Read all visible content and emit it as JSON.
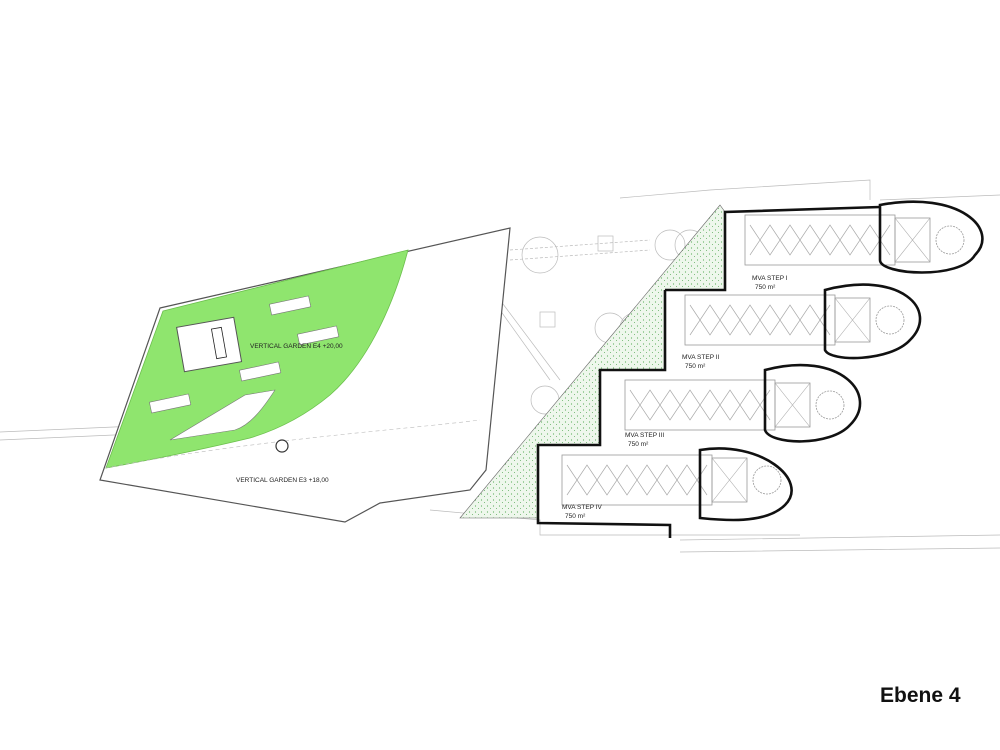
{
  "title": "Ebene 4",
  "colors": {
    "garden": "#8fe56e",
    "hatch": "#dff0de",
    "line": "#111111",
    "thin": "#9a9a9a"
  },
  "labels": {
    "garden_e4": "VERTICAL GARDEN  E4 +20,00",
    "garden_e3": "VERTICAL GARDEN  E3 +18,00"
  },
  "steps": [
    {
      "name": "MVA STEP I",
      "area": "750 m²"
    },
    {
      "name": "MVA STEP II",
      "area": "750 m²"
    },
    {
      "name": "MVA STEP III",
      "area": "750 m²"
    },
    {
      "name": "MVA STEP IV",
      "area": "750 m²"
    }
  ]
}
